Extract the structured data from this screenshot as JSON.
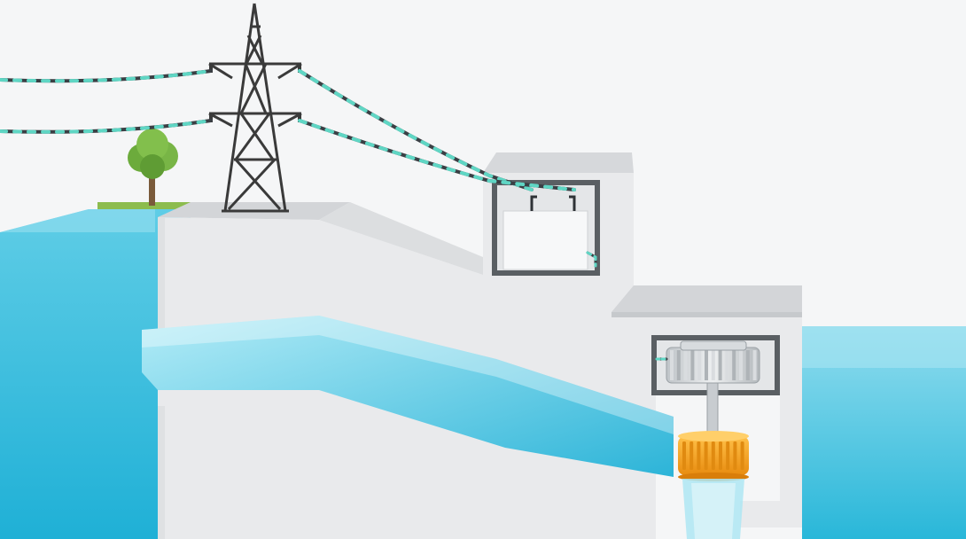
{
  "diagram": {
    "labels": [],
    "components": [
      {
        "name": "transmission-tower",
        "icon": "transmission-tower-icon"
      },
      {
        "name": "power-lines",
        "icon": "power-line-icon"
      },
      {
        "name": "tree",
        "icon": "tree-icon"
      },
      {
        "name": "reservoir",
        "icon": "water-icon"
      },
      {
        "name": "dam",
        "icon": "dam-icon"
      },
      {
        "name": "penstock",
        "icon": "pipe-icon"
      },
      {
        "name": "transformer",
        "icon": "transformer-icon"
      },
      {
        "name": "generator",
        "icon": "generator-icon"
      },
      {
        "name": "turbine",
        "icon": "turbine-icon"
      },
      {
        "name": "tailwater",
        "icon": "water-icon"
      }
    ],
    "colors": {
      "background": "#f5f6f7",
      "water": "#29b7d9",
      "water_dark": "#1aa6cc",
      "concrete": "#e9eaec",
      "concrete_top": "#d3d5d8",
      "concrete_shadow": "#c6c9cc",
      "tower": "#3a3a3a",
      "cable": "#3a3f44",
      "cable_glow": "#5fd6c4",
      "turbine": "#f5a623",
      "turbine_dark": "#e08a10",
      "generator": "#cfd3d6",
      "tree_leaf": "#6cab3c",
      "tree_trunk": "#7a5a3a",
      "grass": "#8cbc4e"
    }
  }
}
